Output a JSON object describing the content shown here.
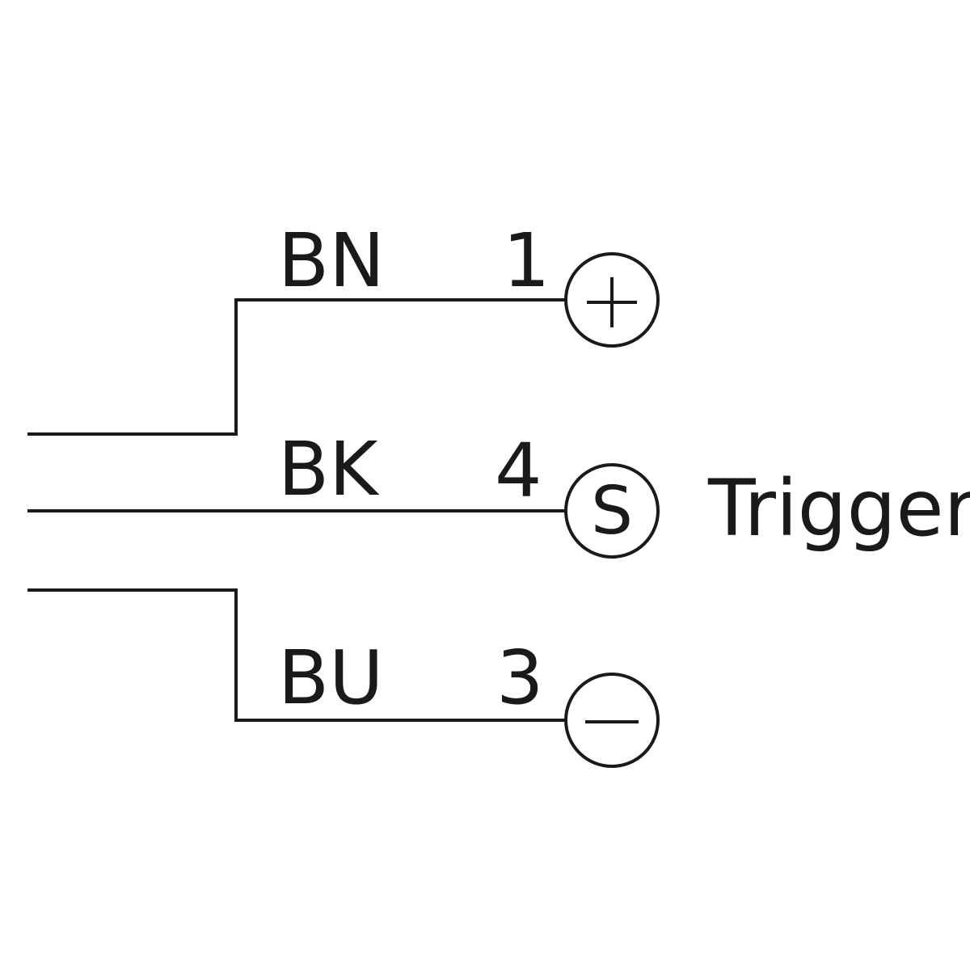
{
  "connections": [
    {
      "wire_color": "BN",
      "pin": "1",
      "symbol": "+",
      "function": ""
    },
    {
      "wire_color": "BK",
      "pin": "4",
      "symbol": "S",
      "function": "Trigger"
    },
    {
      "wire_color": "BU",
      "pin": "3",
      "symbol": "−",
      "function": ""
    }
  ],
  "line_color": "#1a1a1a",
  "background_color": "#ffffff"
}
